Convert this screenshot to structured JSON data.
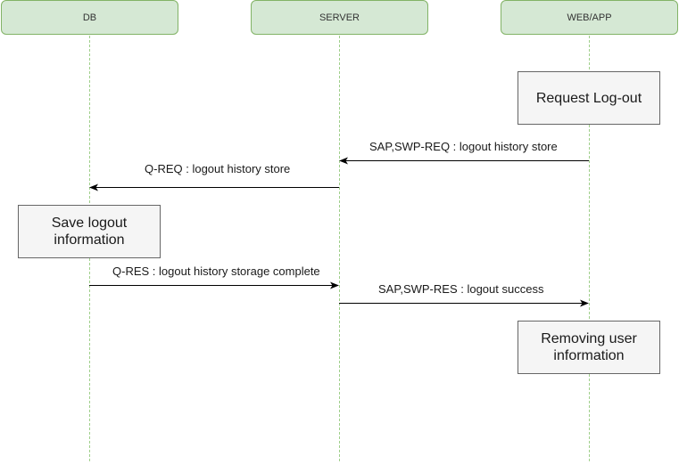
{
  "lifelines": [
    {
      "label": "DB"
    },
    {
      "label": "SERVER"
    },
    {
      "label": "WEB/APP"
    }
  ],
  "activities": [
    {
      "label": "Request Log-out"
    },
    {
      "label": "Save logout information"
    },
    {
      "label": "Removing user information"
    }
  ],
  "messages": [
    {
      "label": "SAP,SWP-REQ : logout history store",
      "from": "WEB/APP",
      "to": "SERVER"
    },
    {
      "label": "Q-REQ : logout history store",
      "from": "SERVER",
      "to": "DB"
    },
    {
      "label": "Q-RES : logout history storage complete",
      "from": "DB",
      "to": "SERVER"
    },
    {
      "label": "SAP,SWP-RES : logout success",
      "from": "SERVER",
      "to": "WEB/APP"
    }
  ],
  "colors": {
    "lifeline_fill": "#d5e8d4",
    "lifeline_stroke": "#82b366",
    "activity_fill": "#f5f5f5",
    "activity_stroke": "#666666",
    "arrow": "#000000"
  }
}
